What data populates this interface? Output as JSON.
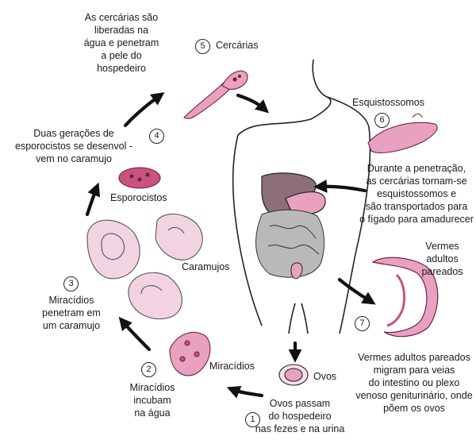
{
  "steps": {
    "s1": {
      "num": "1",
      "text": "Ovos passam\ndo hospedeiro\nnas fezes e na urina"
    },
    "s2": {
      "num": "2",
      "text": "Miracídios\nincubam\nna água"
    },
    "s3": {
      "num": "3",
      "text": "Miracídios\npenetram em\num caramujo"
    },
    "s4": {
      "num": "4",
      "text": "Duas gerações de\nesporocistos se desenvol    -\nvem no caramujo"
    },
    "s5": {
      "num": "5",
      "title": "Cercárias",
      "text": "As cercárias são\nliberadas na\nágua e penetram\na pele do\nhospedeiro"
    },
    "s6": {
      "num": "6",
      "title": "Esquistossomos",
      "text": "Durante a  penetração,\nas cercárias tornam-se\nesquistossomos e\nsão transportados para\no fígado para amadurecer"
    },
    "s7": {
      "num": "7",
      "title": "Vermes\nadultos\npareados",
      "text": "Vermes adultos pareados\nmigram para veias\ndo intestino ou plexo\nvenoso geniturinário, onde\npõem os ovos"
    }
  },
  "labels": {
    "ovos": "Ovos",
    "miracidios": "Miracídios",
    "caramujos": "Caramujos",
    "esporocistos": "Esporocistos"
  },
  "colors": {
    "pink": "#e8a2c0",
    "pink_dark": "#c9527f",
    "snail": "#f1d3e2",
    "liver": "#8c6f78",
    "gut": "#b9b9b9",
    "arrow": "#111111"
  }
}
